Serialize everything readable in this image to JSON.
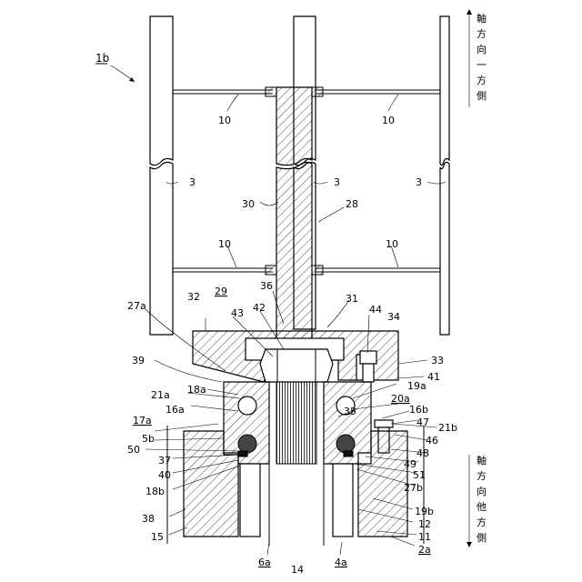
{
  "figure_id": "1b",
  "direction_labels": {
    "top": [
      "軸",
      "方",
      "向",
      "一",
      "方",
      "側"
    ],
    "bottom": [
      "軸",
      "方",
      "向",
      "他",
      "方",
      "側"
    ]
  },
  "labels": {
    "l10a": "10",
    "l10b": "10",
    "l10c": "10",
    "l10d": "10",
    "l3a": "3",
    "l3b": "3",
    "l3c": "3",
    "l30": "30",
    "l28": "28",
    "l27a": "27a",
    "l32": "32",
    "l29": "29",
    "l36": "36",
    "l31": "31",
    "l44": "44",
    "l34": "34",
    "l43": "43",
    "l42": "42",
    "l39": "39",
    "l33": "33",
    "l41": "41",
    "l18a": "18a",
    "l21a": "21a",
    "l16a": "16a",
    "l19a": "19a",
    "l20a": "20a",
    "l16b": "16b",
    "l35": "35",
    "l47": "47",
    "l21b": "21b",
    "l17a": "17a",
    "l5b": "5b",
    "l50": "50",
    "l46": "46",
    "l48": "48",
    "l49": "49",
    "l37": "37",
    "l40": "40",
    "l51": "51",
    "l18b": "18b",
    "l27b": "27b",
    "l19b": "19b",
    "l12": "12",
    "l11": "11",
    "l38": "38",
    "l15": "15",
    "l6a": "6a",
    "l14": "14",
    "l4a": "4a",
    "l2a": "2a"
  }
}
